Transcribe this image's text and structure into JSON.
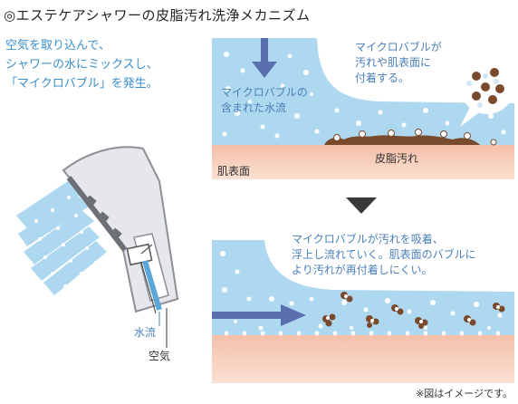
{
  "title": "◎エステケアシャワーの皮脂汚れ洗浄メカニズム",
  "intro": {
    "lines": [
      "空気を取り込んで、",
      "シャワーの水にミックスし、",
      "「マイクロバブル」を発生。"
    ]
  },
  "shower": {
    "water_label": "水流",
    "air_label": "空気"
  },
  "panel_top": {
    "bubble_water_lines": [
      "マイクロバブルの",
      "含まれた水流"
    ],
    "adhere_lines": [
      "マイクロバブルが",
      "汚れや肌表面に",
      "付着する。"
    ],
    "sebum_label": "皮脂汚れ",
    "skin_label": "肌表面"
  },
  "panel_bottom": {
    "desc_lines": [
      "マイクロバブルが汚れを吸着、",
      "浮上し流れていく。肌表面のバブルに",
      "より汚れが再付着しにくい。"
    ]
  },
  "footnote": "※図はイメージです。",
  "colors": {
    "water": "#aed8ef",
    "skin": "#f6c9b4",
    "sebum": "#7a4a2c",
    "arrow": "#5a6fb0",
    "accent_text": "#3a8fcb"
  }
}
